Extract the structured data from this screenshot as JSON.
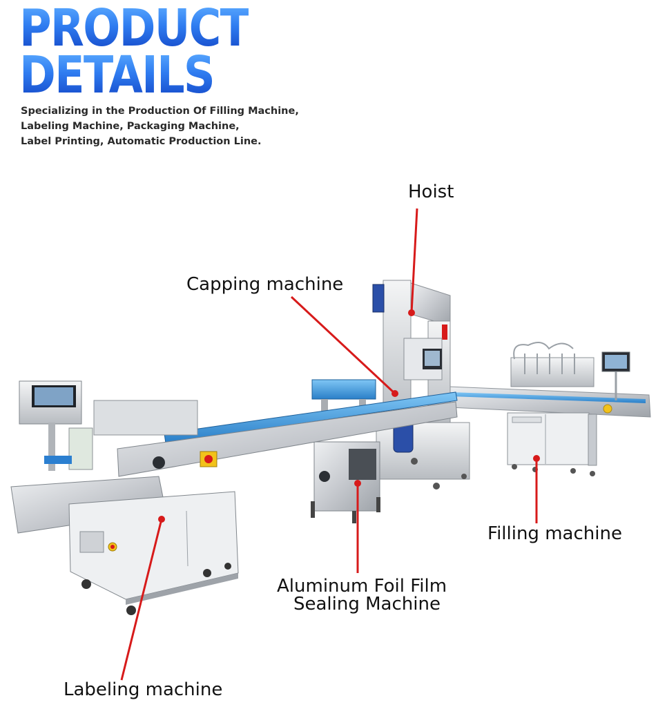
{
  "header": {
    "title_line1": "PRODUCT",
    "title_line2": "DETAILS",
    "tagline": [
      "Specializing in the Production Of Filling Machine,",
      "Labeling Machine, Packaging Machine,",
      "Label Printing, Automatic Production Line."
    ]
  },
  "callouts": {
    "hoist": "Hoist",
    "capping": "Capping machine",
    "filling": "Filling machine",
    "sealing_line1": "Aluminum Foil Film",
    "sealing_line2": "Sealing Machine",
    "labeling": "Labeling machine"
  },
  "colors": {
    "title_blue": "#1f5fe0",
    "pointer_red": "#d71a1a",
    "steel": "#c9ccd0",
    "conveyor_blue": "#3aa0e6",
    "control_blue": "#2b4fa8",
    "button_yellow": "#f2c21a"
  }
}
